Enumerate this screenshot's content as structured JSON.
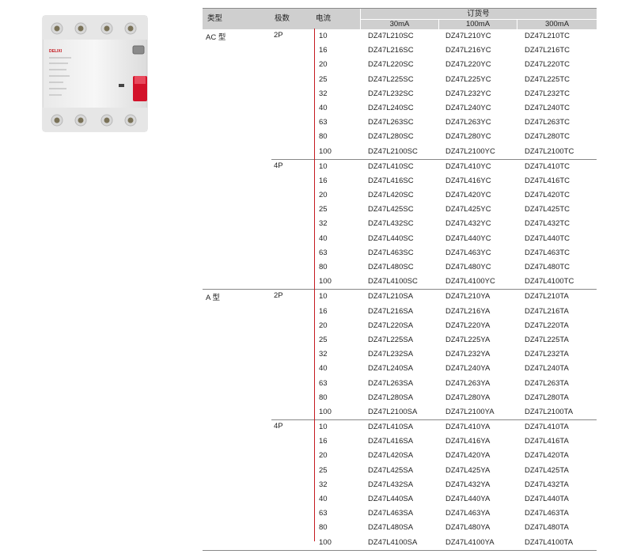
{
  "product": {
    "brand_text": "DELIXI"
  },
  "table": {
    "headers": {
      "type": "类型",
      "poles": "极数",
      "current": "电流",
      "order_no": "订货号",
      "col_30": "30mA",
      "col_100": "100mA",
      "col_300": "300mA"
    },
    "groups": [
      {
        "type": "AC 型",
        "poles": [
          {
            "label": "2P",
            "rows": [
              [
                "10",
                "DZ47L210SC",
                "DZ47L210YC",
                "DZ47L210TC"
              ],
              [
                "16",
                "DZ47L216SC",
                "DZ47L216YC",
                "DZ47L216TC"
              ],
              [
                "20",
                "DZ47L220SC",
                "DZ47L220YC",
                "DZ47L220TC"
              ],
              [
                "25",
                "DZ47L225SC",
                "DZ47L225YC",
                "DZ47L225TC"
              ],
              [
                "32",
                "DZ47L232SC",
                "DZ47L232YC",
                "DZ47L232TC"
              ],
              [
                "40",
                "DZ47L240SC",
                "DZ47L240YC",
                "DZ47L240TC"
              ],
              [
                "63",
                "DZ47L263SC",
                "DZ47L263YC",
                "DZ47L263TC"
              ],
              [
                "80",
                "DZ47L280SC",
                "DZ47L280YC",
                "DZ47L280TC"
              ],
              [
                "100",
                "DZ47L2100SC",
                "DZ47L2100YC",
                "DZ47L2100TC"
              ]
            ]
          },
          {
            "label": "4P",
            "rows": [
              [
                "10",
                "DZ47L410SC",
                "DZ47L410YC",
                "DZ47L410TC"
              ],
              [
                "16",
                "DZ47L416SC",
                "DZ47L416YC",
                "DZ47L416TC"
              ],
              [
                "20",
                "DZ47L420SC",
                "DZ47L420YC",
                "DZ47L420TC"
              ],
              [
                "25",
                "DZ47L425SC",
                "DZ47L425YC",
                "DZ47L425TC"
              ],
              [
                "32",
                "DZ47L432SC",
                "DZ47L432YC",
                "DZ47L432TC"
              ],
              [
                "40",
                "DZ47L440SC",
                "DZ47L440YC",
                "DZ47L440TC"
              ],
              [
                "63",
                "DZ47L463SC",
                "DZ47L463YC",
                "DZ47L463TC"
              ],
              [
                "80",
                "DZ47L480SC",
                "DZ47L480YC",
                "DZ47L480TC"
              ],
              [
                "100",
                "DZ47L4100SC",
                "DZ47L4100YC",
                "DZ47L4100TC"
              ]
            ]
          }
        ]
      },
      {
        "type": "A 型",
        "poles": [
          {
            "label": "2P",
            "rows": [
              [
                "10",
                "DZ47L210SA",
                "DZ47L210YA",
                "DZ47L210TA"
              ],
              [
                "16",
                "DZ47L216SA",
                "DZ47L216YA",
                "DZ47L216TA"
              ],
              [
                "20",
                "DZ47L220SA",
                "DZ47L220YA",
                "DZ47L220TA"
              ],
              [
                "25",
                "DZ47L225SA",
                "DZ47L225YA",
                "DZ47L225TA"
              ],
              [
                "32",
                "DZ47L232SA",
                "DZ47L232YA",
                "DZ47L232TA"
              ],
              [
                "40",
                "DZ47L240SA",
                "DZ47L240YA",
                "DZ47L240TA"
              ],
              [
                "63",
                "DZ47L263SA",
                "DZ47L263YA",
                "DZ47L263TA"
              ],
              [
                "80",
                "DZ47L280SA",
                "DZ47L280YA",
                "DZ47L280TA"
              ],
              [
                "100",
                "DZ47L2100SA",
                "DZ47L2100YA",
                "DZ47L2100TA"
              ]
            ]
          },
          {
            "label": "4P",
            "rows": [
              [
                "10",
                "DZ47L410SA",
                "DZ47L410YA",
                "DZ47L410TA"
              ],
              [
                "16",
                "DZ47L416SA",
                "DZ47L416YA",
                "DZ47L416TA"
              ],
              [
                "20",
                "DZ47L420SA",
                "DZ47L420YA",
                "DZ47L420TA"
              ],
              [
                "25",
                "DZ47L425SA",
                "DZ47L425YA",
                "DZ47L425TA"
              ],
              [
                "32",
                "DZ47L432SA",
                "DZ47L432YA",
                "DZ47L432TA"
              ],
              [
                "40",
                "DZ47L440SA",
                "DZ47L440YA",
                "DZ47L440TA"
              ],
              [
                "63",
                "DZ47L463SA",
                "DZ47L463YA",
                "DZ47L463TA"
              ],
              [
                "80",
                "DZ47L480SA",
                "DZ47L480YA",
                "DZ47L480TA"
              ],
              [
                "100",
                "DZ47L4100SA",
                "DZ47L4100YA",
                "DZ47L4100TA"
              ]
            ]
          }
        ]
      }
    ]
  },
  "colors": {
    "header_bg": "#cfcfcf",
    "accent_line": "#c4191f",
    "switch_red": "#d3122a"
  }
}
